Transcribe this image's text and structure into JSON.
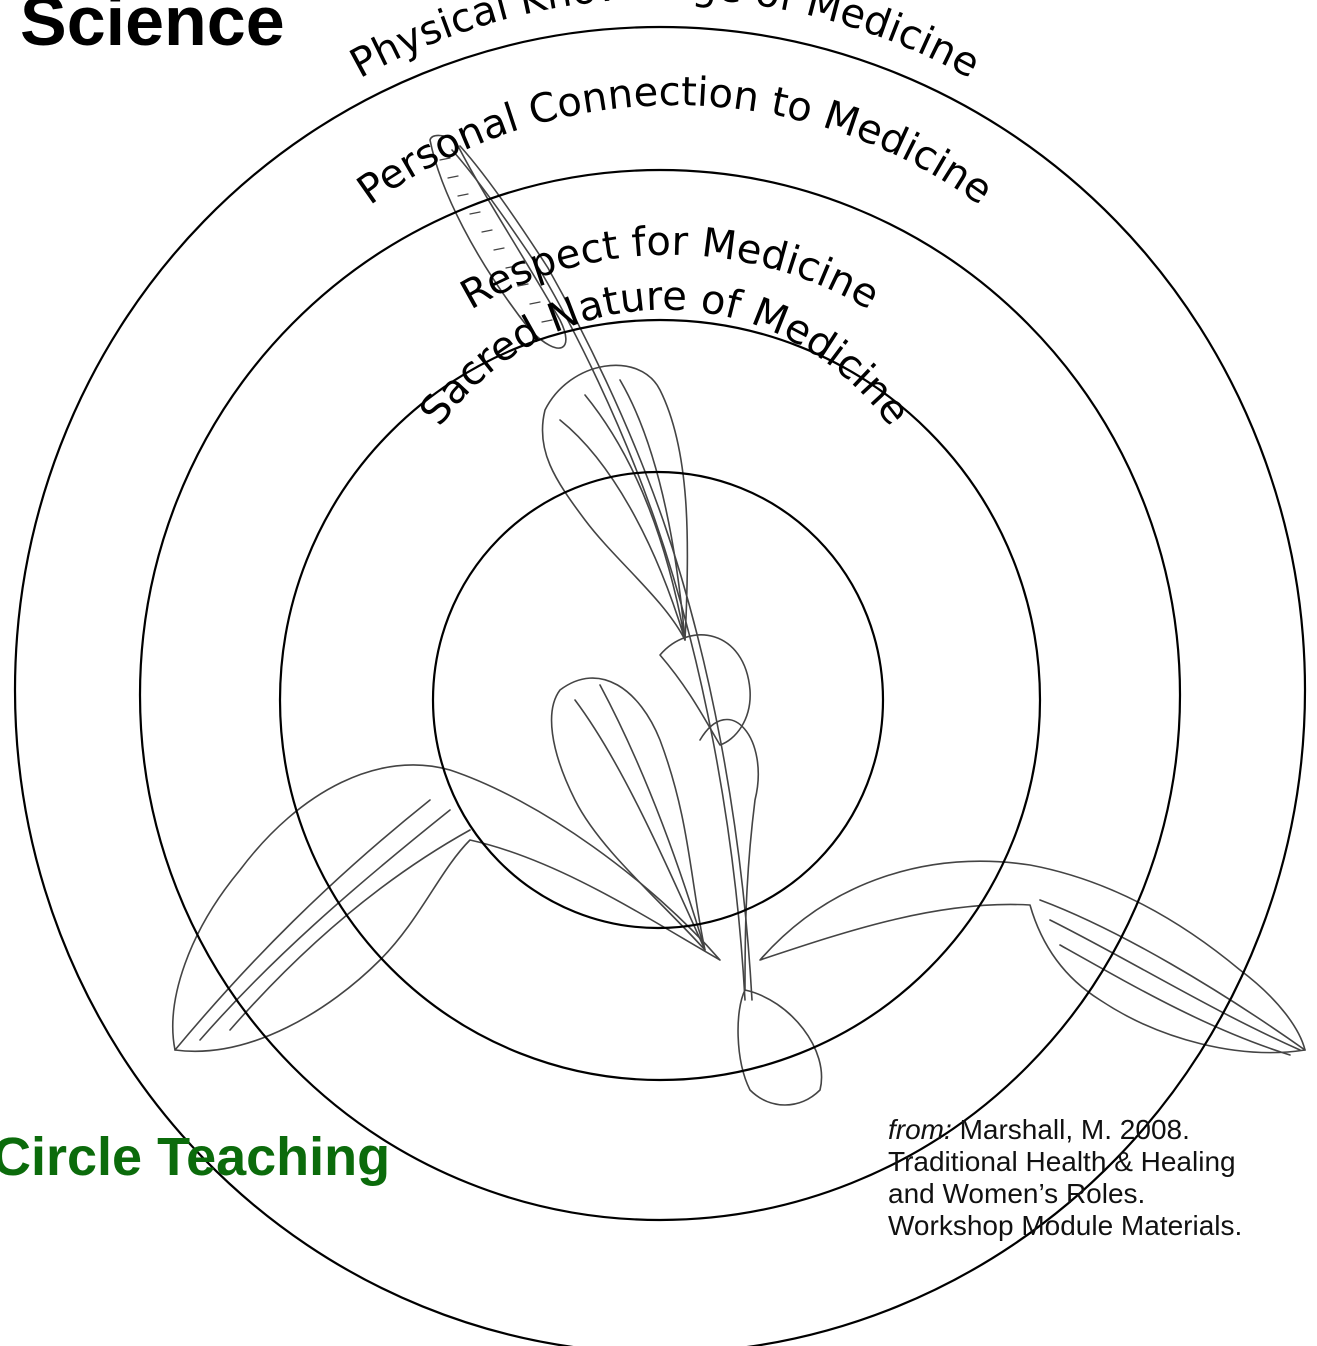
{
  "heading_top": "Science",
  "heading_bottom": "Circle Teaching",
  "rings": [
    {
      "label": "Physical Knowledge of Medicine"
    },
    {
      "label": "Personal Connection to Medicine"
    },
    {
      "label": "Respect for Medicine"
    },
    {
      "label": "Sacred Nature of Medicine"
    }
  ],
  "citation": {
    "prefix": "from:",
    "line1": "Marshall, M.  2008.",
    "line2": "Traditional Health & Healing",
    "line3": "and Women’s Roles.",
    "line4": "Workshop Module Materials."
  },
  "colors": {
    "heading_bottom": "#0b6b0b",
    "rings": "#000000",
    "plant": "#444444"
  },
  "illustration": {
    "subject": "plantain-plant-icon"
  }
}
